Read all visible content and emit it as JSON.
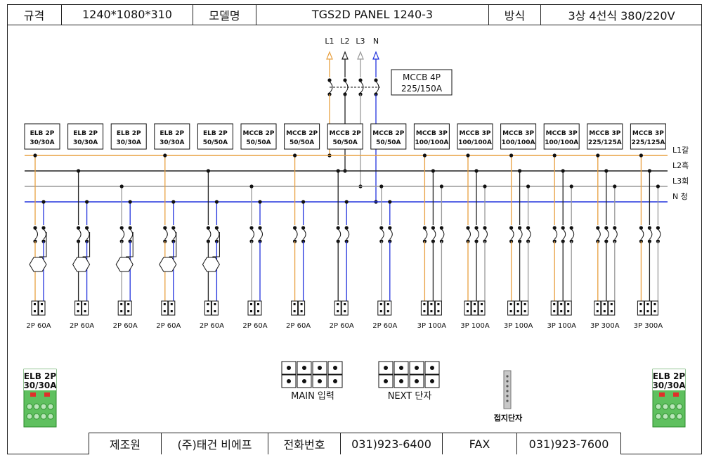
{
  "header": {
    "spec_label": "규격",
    "spec_value": "1240*1080*310",
    "model_label": "모델명",
    "model_value": "TGS2D PANEL 1240-3",
    "method_label": "방식",
    "method_value": "3상 4선식 380/220V"
  },
  "footer": {
    "maker_label": "제조원",
    "maker_value": "(주)태건 비에프",
    "phone_label": "전화번호",
    "phone_value": "031)923-6400",
    "fax_label": "FAX",
    "fax_value": "031)923-7600"
  },
  "phase_inputs": [
    "L1",
    "L2",
    "L3",
    "N"
  ],
  "main_breaker": {
    "line1": "MCCB 4P",
    "line2": "225/150A"
  },
  "buses": [
    {
      "label": "L1갈",
      "color": "#e8a040"
    },
    {
      "label": "L2흑",
      "color": "#222222"
    },
    {
      "label": "L3회",
      "color": "#999999"
    },
    {
      "label": "N 청",
      "color": "#2233dd"
    }
  ],
  "breakers": [
    {
      "type": "ELB 2P",
      "rating": "30/30A",
      "terminal": "2P 60A"
    },
    {
      "type": "ELB 2P",
      "rating": "30/30A",
      "terminal": "2P 60A"
    },
    {
      "type": "ELB 2P",
      "rating": "30/30A",
      "terminal": "2P 60A"
    },
    {
      "type": "ELB 2P",
      "rating": "30/30A",
      "terminal": "2P 60A"
    },
    {
      "type": "ELB 2P",
      "rating": "50/50A",
      "terminal": "2P 60A"
    },
    {
      "type": "MCCB 2P",
      "rating": "50/50A",
      "terminal": "2P 60A"
    },
    {
      "type": "MCCB 2P",
      "rating": "50/50A",
      "terminal": "2P 60A"
    },
    {
      "type": "MCCB 2P",
      "rating": "50/50A",
      "terminal": "2P 60A"
    },
    {
      "type": "MCCB 2P",
      "rating": "50/50A",
      "terminal": "2P 60A"
    },
    {
      "type": "MCCB 3P",
      "rating": "100/100A",
      "terminal": "3P 100A"
    },
    {
      "type": "MCCB 3P",
      "rating": "100/100A",
      "terminal": "3P 100A"
    },
    {
      "type": "MCCB 3P",
      "rating": "100/100A",
      "terminal": "3P 100A"
    },
    {
      "type": "MCCB 3P",
      "rating": "100/100A",
      "terminal": "3P 100A"
    },
    {
      "type": "MCCB 3P",
      "rating": "225/125A",
      "terminal": "3P 300A"
    },
    {
      "type": "MCCB 3P",
      "rating": "225/125A",
      "terminal": "3P 300A"
    }
  ],
  "main_terminal_label": "MAIN 입력",
  "next_terminal_label": "NEXT 단자",
  "ground_label": "접지단자",
  "elb_device": {
    "line1": "ELB 2P",
    "line2": "30/30A"
  }
}
